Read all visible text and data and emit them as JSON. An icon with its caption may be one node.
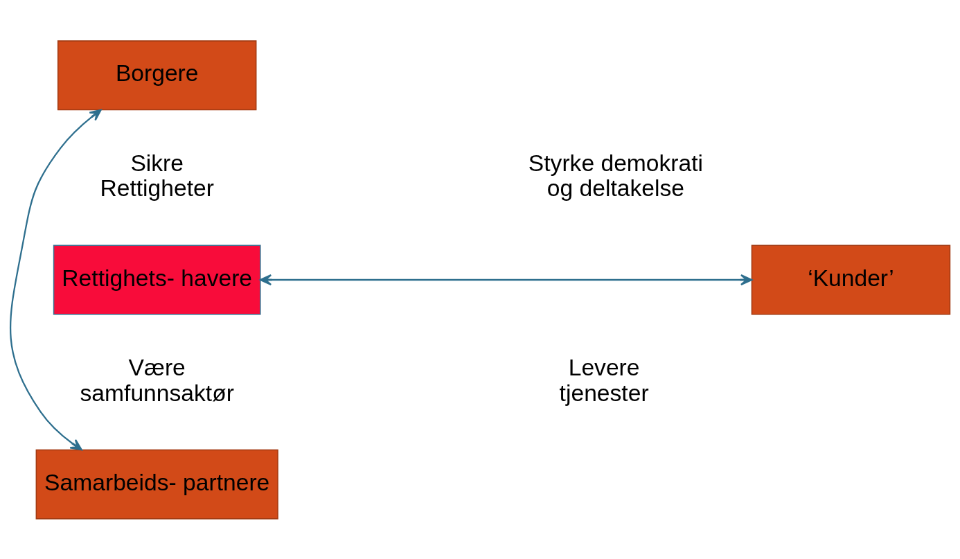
{
  "diagram": {
    "nodes": [
      {
        "text": [
          "Borgere"
        ]
      },
      {
        "text": [
          "Rettighets- havere"
        ]
      },
      {
        "text": [
          "‘Kunder’"
        ]
      },
      {
        "text": [
          "Samarbeids- partnere"
        ]
      }
    ],
    "edges": [
      {
        "from": 0,
        "to": 3,
        "arrow": "both"
      },
      {
        "from": 1,
        "to": 2,
        "arrow": "both"
      }
    ],
    "labels": [
      "Sikre Rettigheter",
      "Styrke demokrati og deltakelse",
      "Være samfunnsaktør",
      "Levere tjenester"
    ]
  }
}
